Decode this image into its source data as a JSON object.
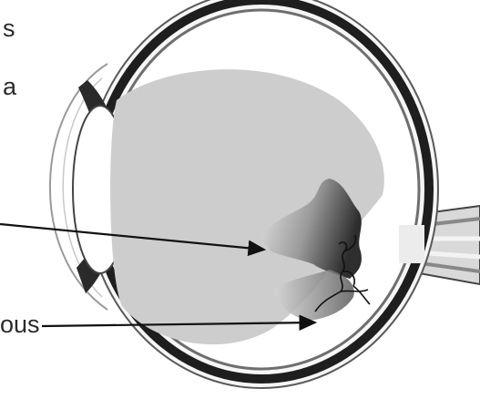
{
  "labels": {
    "frag1": "s",
    "frag2": "a",
    "frag3": "ous"
  }
}
